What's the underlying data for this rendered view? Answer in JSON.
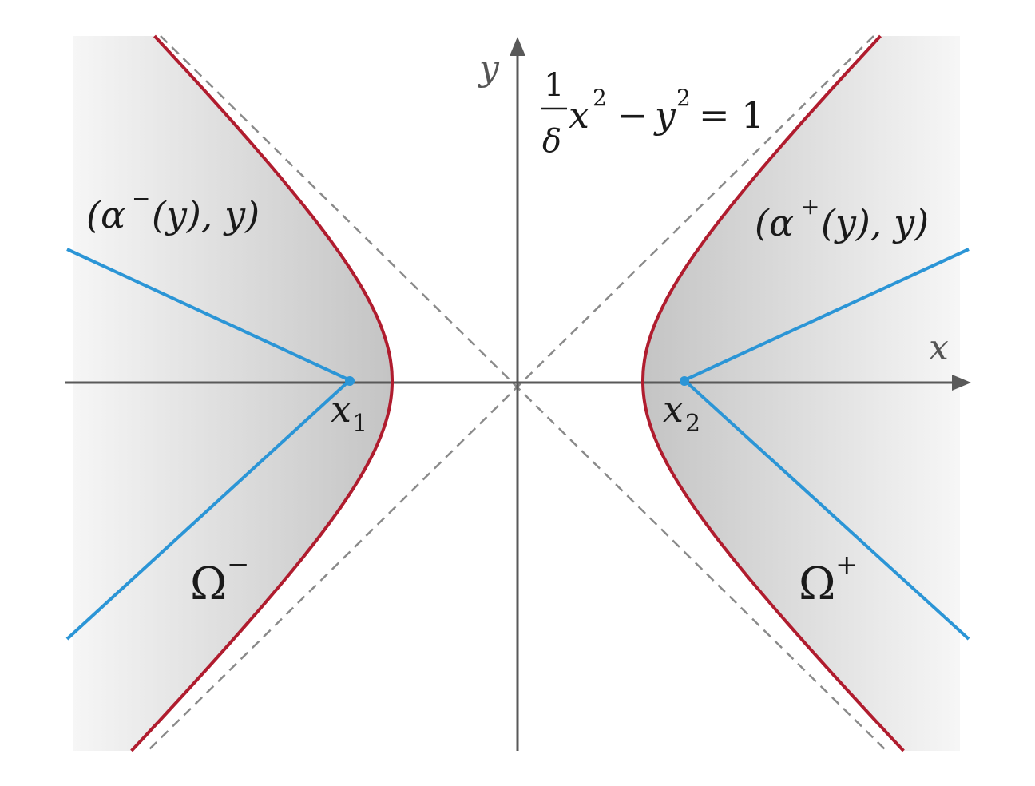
{
  "axes": {
    "x_label": "x",
    "y_label": "y"
  },
  "equation": {
    "numerator": "1",
    "denominator": "δ",
    "rest_base": "x",
    "rest_exp": "2",
    "minus": "−",
    "y_base": "y",
    "y_exp": "2",
    "equals_rhs": "= 1"
  },
  "labels": {
    "alpha_minus": {
      "open": "(α",
      "sup": "−",
      "close": "(y), y)"
    },
    "alpha_plus": {
      "open": "(α",
      "sup": "+",
      "close": "(y), y)"
    },
    "omega_minus": {
      "base": "Ω",
      "sup": "−"
    },
    "omega_plus": {
      "base": "Ω",
      "sup": "+"
    },
    "x1": {
      "base": "x",
      "sub": "1"
    },
    "x2": {
      "base": "x",
      "sub": "2"
    }
  },
  "colors": {
    "hyperbola": "#b01c2e",
    "ray": "#2b95d6",
    "asymptote": "#8a8a8a",
    "axis": "#595959",
    "shade_dark": "#c4c4c4",
    "shade_light": "#f6f6f6"
  }
}
